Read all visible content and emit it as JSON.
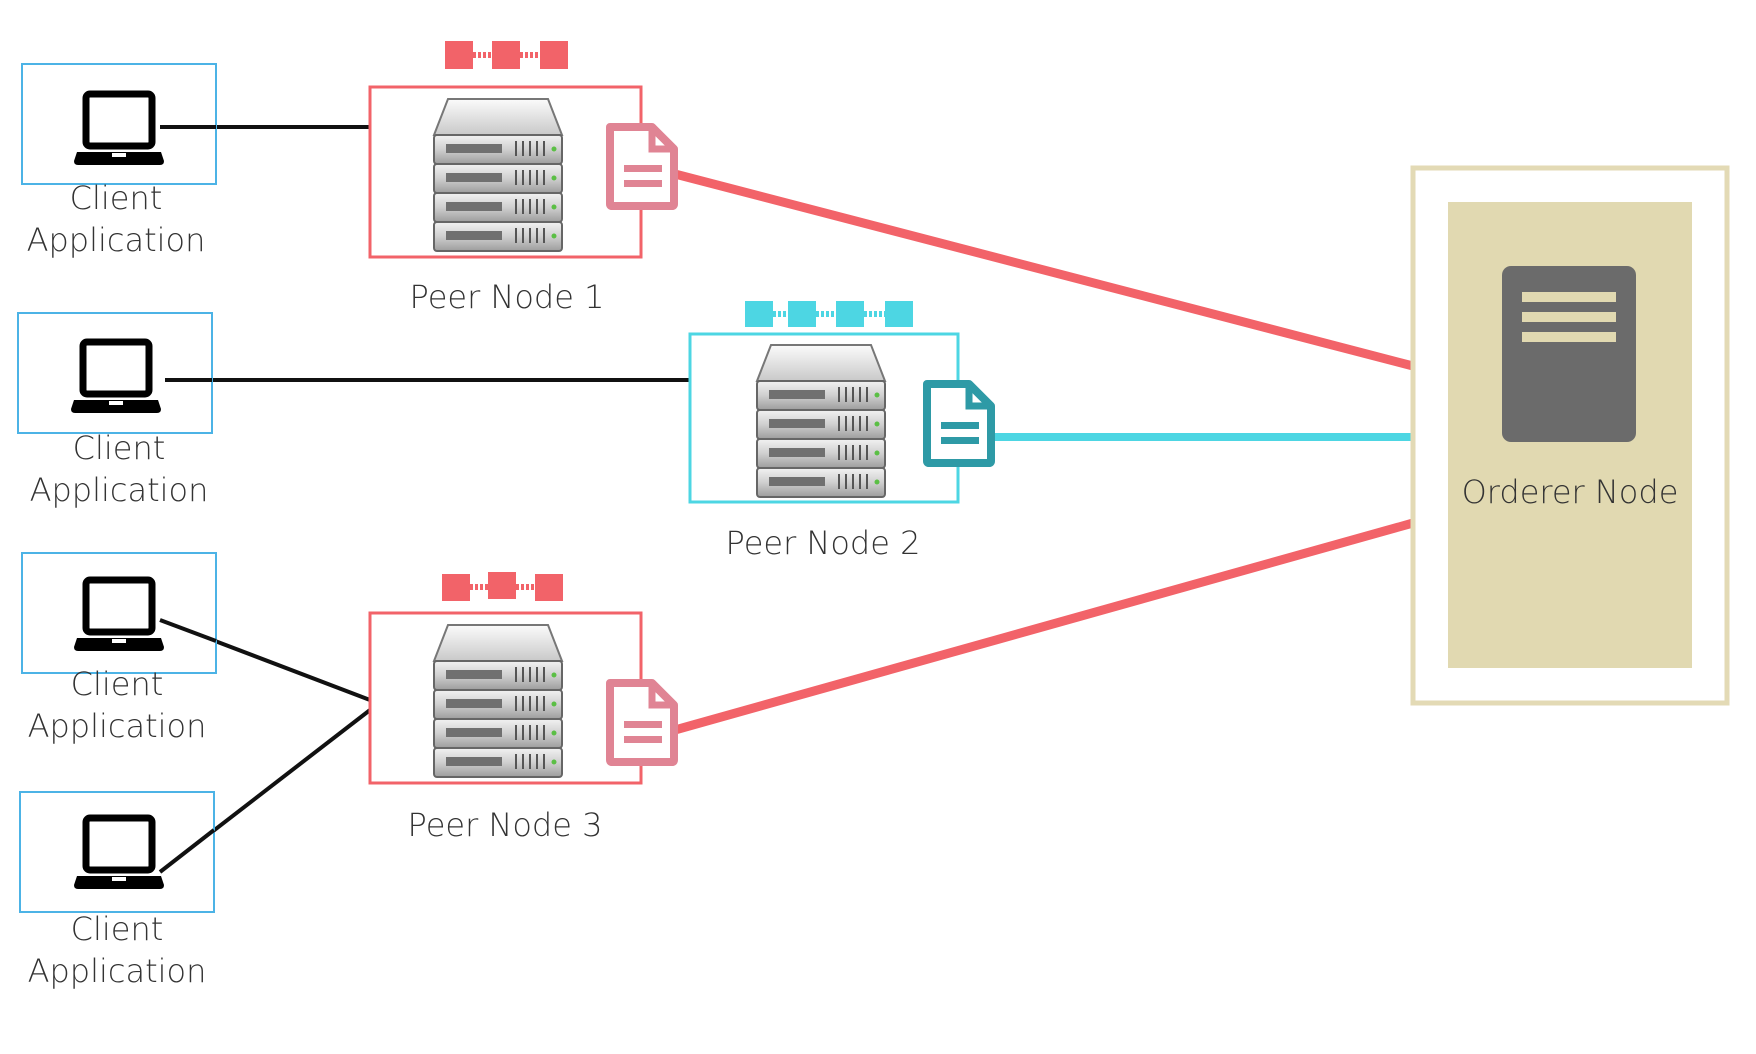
{
  "clients": [
    {
      "line1": "Client",
      "line2": "Application"
    },
    {
      "line1": "Client",
      "line2": "Application"
    },
    {
      "line1": "Client",
      "line2": "Application"
    },
    {
      "line1": "Client",
      "line2": "Application"
    }
  ],
  "peers": [
    {
      "label": "Peer Node 1",
      "color": "#f26369"
    },
    {
      "label": "Peer Node 2",
      "color": "#4dd6e3"
    },
    {
      "label": "Peer Node 3",
      "color": "#f26369"
    }
  ],
  "orderer": {
    "label": "Orderer Node",
    "frame_color": "#e3dab5",
    "inner_color": "#e1d9b1",
    "icon_color": "#6b6b6b"
  },
  "colors": {
    "client_border": "#4cb3e6",
    "link": "#111111",
    "red": "#f26369",
    "cyan": "#4dd6e3",
    "doc_pink": "#e08494",
    "doc_teal": "#2e9aa6"
  },
  "icons": [
    "laptop-icon",
    "server-icon",
    "document-icon",
    "ledger-chain-icon",
    "orderer-icon"
  ]
}
